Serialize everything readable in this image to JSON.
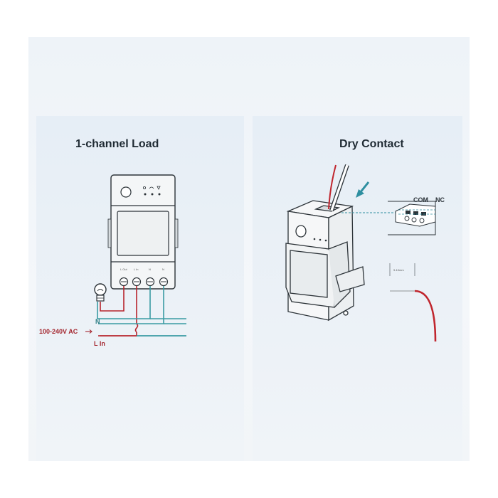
{
  "left_panel": {
    "title": "1-channel Load",
    "labels": {
      "voltage": "100-240V AC",
      "neutral": "N",
      "line_in": "L In"
    },
    "terminals": [
      "L Out",
      "L In",
      "N",
      "N"
    ],
    "colors": {
      "live": "#b7242c",
      "neutral": "#3a9ba3"
    }
  },
  "right_panel": {
    "title": "Dry Contact",
    "labels": {
      "com": "COM",
      "nc": "NC",
      "strip_length": "9-10mm"
    },
    "colors": {
      "wire": "#c0262e",
      "arrow": "#2e8fa0"
    }
  }
}
